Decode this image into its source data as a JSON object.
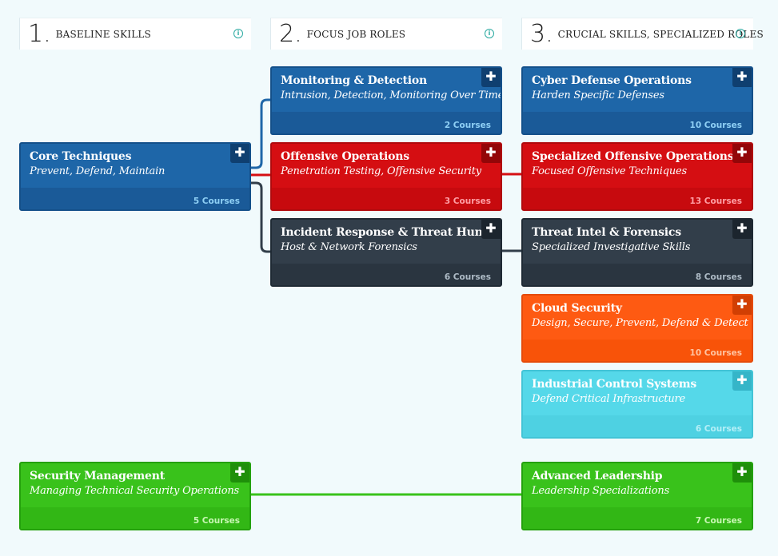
{
  "columns": [
    {
      "num": "1.",
      "title": "BASELINE SKILLS"
    },
    {
      "num": "2.",
      "title": "FOCUS JOB ROLES"
    },
    {
      "num": "3.",
      "title": "CRUCIAL SKILLS, SPECIALIZED ROLES"
    }
  ],
  "info_icon_glyph": "i",
  "plus_glyph": "✚",
  "cards": {
    "core": {
      "title": "Core Techniques",
      "sub": "Prevent, Defend, Maintain",
      "courses": "5 Courses"
    },
    "monitoring": {
      "title": "Monitoring & Detection",
      "sub": "Intrusion, Detection, Monitoring Over Time",
      "courses": "2 Courses"
    },
    "offensive": {
      "title": "Offensive Operations",
      "sub": "Penetration Testing, Offensive Security",
      "courses": "3 Courses"
    },
    "incident": {
      "title": "Incident Response & Threat Hunting",
      "sub": "Host & Network Forensics",
      "courses": "6 Courses"
    },
    "cyberdef": {
      "title": "Cyber Defense Operations",
      "sub": "Harden Specific Defenses",
      "courses": "10 Courses"
    },
    "specoff": {
      "title": "Specialized Offensive Operations",
      "sub": "Focused Offensive Techniques",
      "courses": "13 Courses"
    },
    "threatintel": {
      "title": "Threat Intel & Forensics",
      "sub": "Specialized Investigative Skills",
      "courses": "8 Courses"
    },
    "cloud": {
      "title": "Cloud Security",
      "sub": "Design, Secure, Prevent, Defend & Detect",
      "courses": "10 Courses"
    },
    "ics": {
      "title": "Industrial Control Systems",
      "sub": "Defend Critical Infrastructure",
      "courses": "6 Courses"
    },
    "secmgmt": {
      "title": "Security Management",
      "sub": "Managing Technical Security Operations",
      "courses": "5 Courses"
    },
    "leadership": {
      "title": "Advanced Leadership",
      "sub": "Leadership Specializations",
      "courses": "7 Courses"
    }
  },
  "colors": {
    "blue": "#1e66a8",
    "red": "#d50e12",
    "dark": "#323e4a",
    "orange": "#fe5a12",
    "cyan": "#55d8e9",
    "green": "#39c21b",
    "info_accent": "#2aa9a0"
  },
  "icons": [
    "info-icon",
    "plus-icon"
  ]
}
